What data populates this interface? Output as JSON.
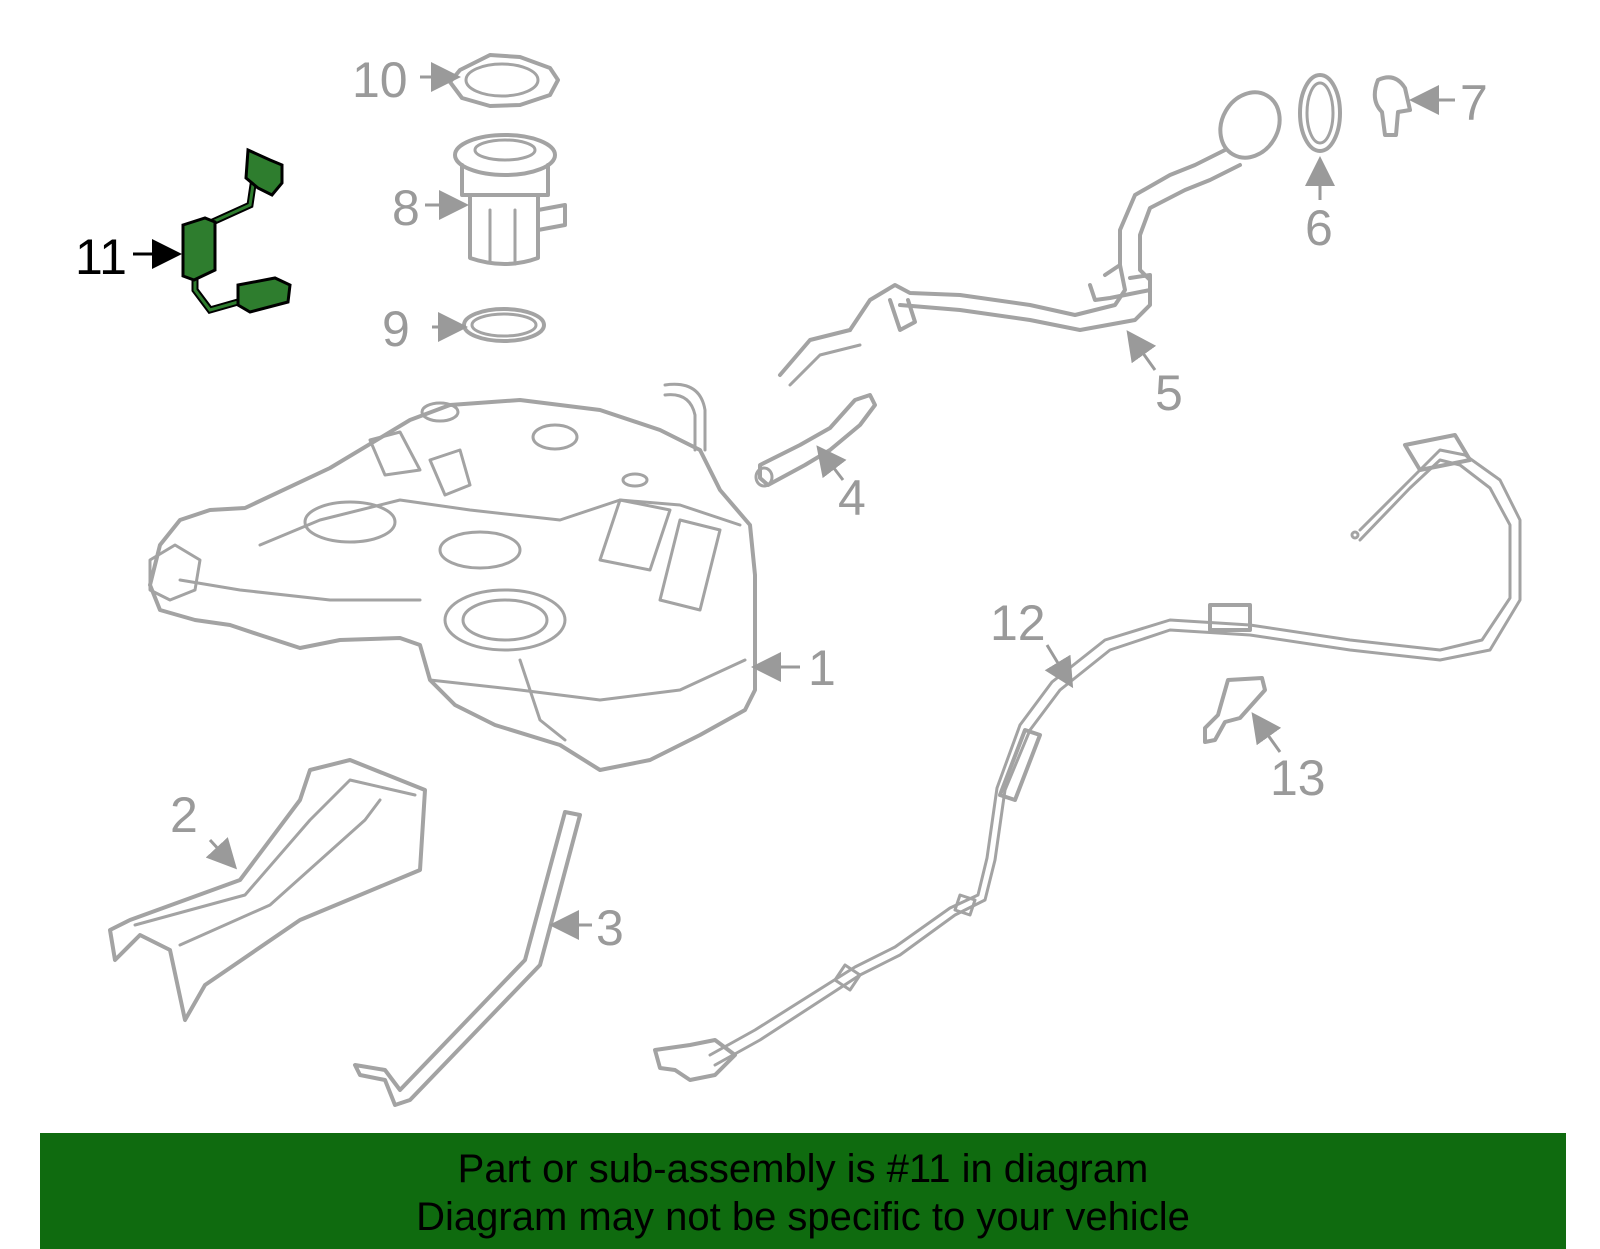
{
  "diagram": {
    "highlight_part": "11",
    "highlight_color": "#2e7d2e",
    "line_color": "#a3a3a3",
    "callouts": [
      {
        "id": "c1",
        "label": "1"
      },
      {
        "id": "c2",
        "label": "2"
      },
      {
        "id": "c3",
        "label": "3"
      },
      {
        "id": "c4",
        "label": "4"
      },
      {
        "id": "c5",
        "label": "5"
      },
      {
        "id": "c6",
        "label": "6"
      },
      {
        "id": "c7",
        "label": "7"
      },
      {
        "id": "c8",
        "label": "8"
      },
      {
        "id": "c9",
        "label": "9"
      },
      {
        "id": "c10",
        "label": "10"
      },
      {
        "id": "c11",
        "label": "11"
      },
      {
        "id": "c12",
        "label": "12"
      },
      {
        "id": "c13",
        "label": "13"
      }
    ]
  },
  "footer": {
    "background": "#0f6b0f",
    "line1": "Part or sub-assembly is #11 in diagram",
    "line2": "Diagram may not be specific to your vehicle"
  }
}
